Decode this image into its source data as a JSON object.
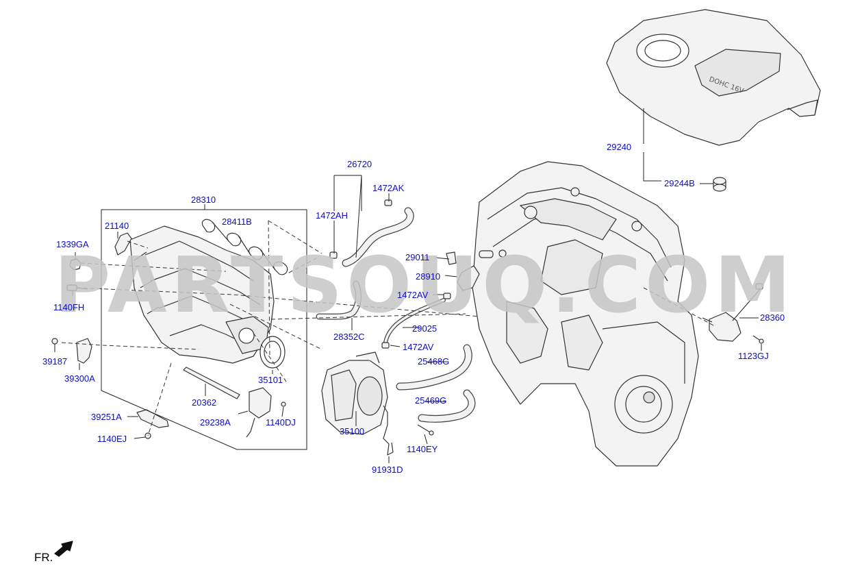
{
  "watermark": "PARTSOUQ.COM",
  "colors": {
    "label": "#0b0bd6",
    "line": "#222222",
    "part_fill": "#f3f3f3",
    "part_stroke": "#333333",
    "watermark": "#c6c6c6"
  },
  "front_marker": {
    "label": "FR.",
    "icon": "arrow-icon"
  },
  "parts": [
    {
      "code": "29240"
    },
    {
      "code": "29244B"
    },
    {
      "code": "26720"
    },
    {
      "code": "1472AK"
    },
    {
      "code": "1472AH"
    },
    {
      "code": "28310"
    },
    {
      "code": "21140"
    },
    {
      "code": "28411B"
    },
    {
      "code": "1339GA"
    },
    {
      "code": "1140FH"
    },
    {
      "code": "39187"
    },
    {
      "code": "39300A"
    },
    {
      "code": "35101"
    },
    {
      "code": "20362"
    },
    {
      "code": "29238A"
    },
    {
      "code": "1140DJ"
    },
    {
      "code": "39251A"
    },
    {
      "code": "1140EJ"
    },
    {
      "code": "28352C"
    },
    {
      "code": "29011"
    },
    {
      "code": "28910"
    },
    {
      "code": "1472AV"
    },
    {
      "code": "29025"
    },
    {
      "code": "1472AV"
    },
    {
      "code": "25468G"
    },
    {
      "code": "25469G"
    },
    {
      "code": "35100"
    },
    {
      "code": "1140EY"
    },
    {
      "code": "91931D"
    },
    {
      "code": "28360"
    },
    {
      "code": "1123GJ"
    }
  ]
}
